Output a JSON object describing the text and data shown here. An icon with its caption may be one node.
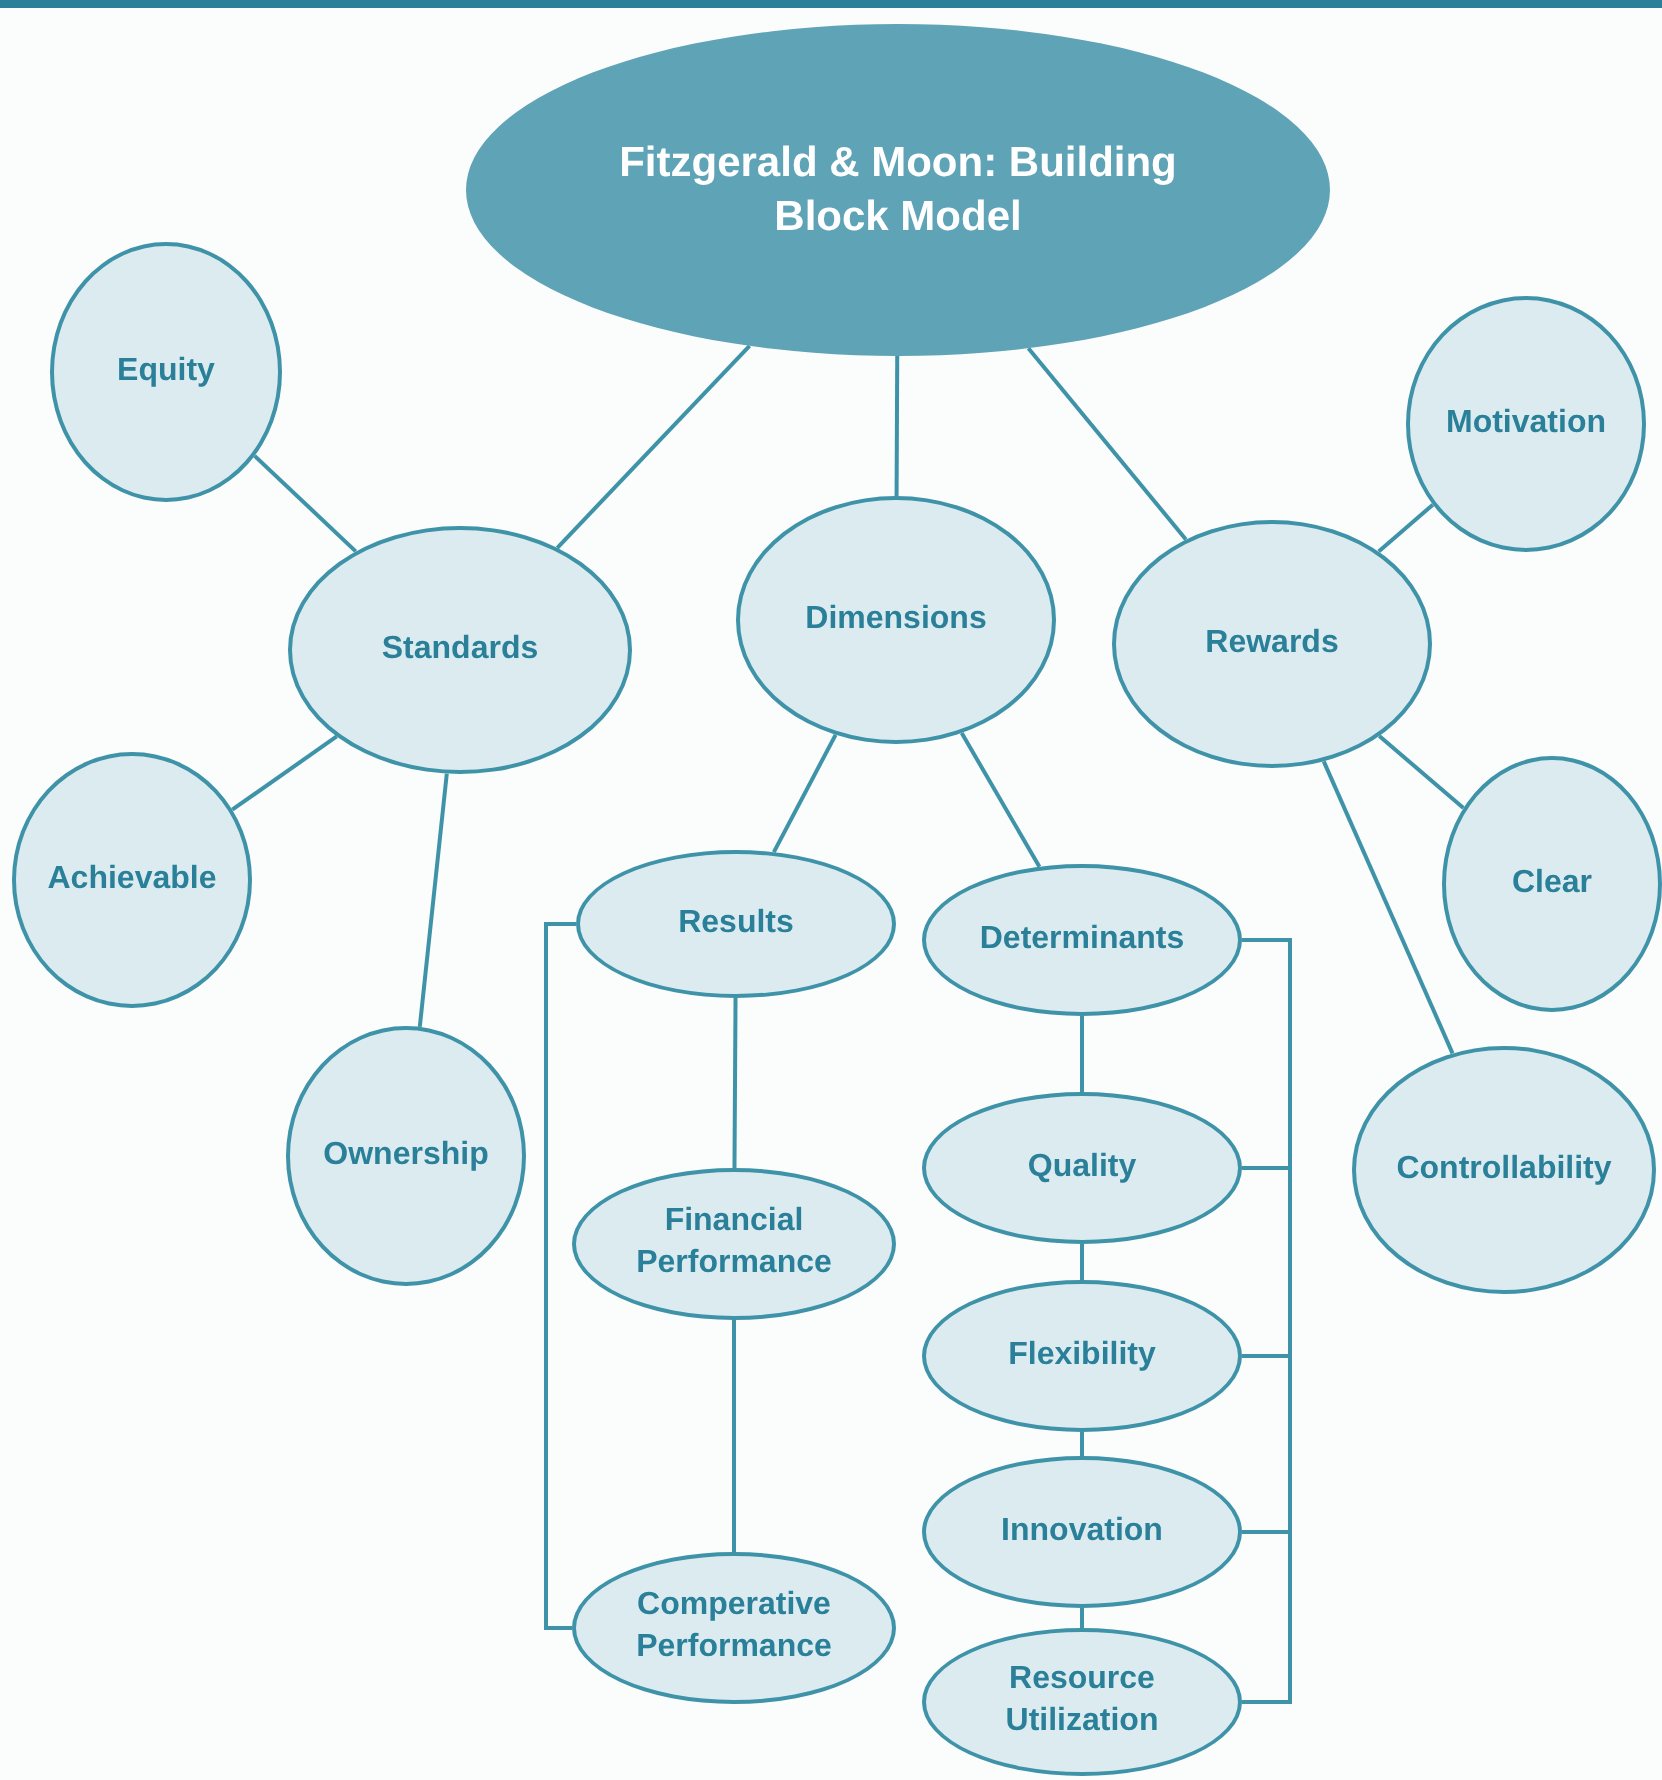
{
  "diagram": {
    "nodes": [
      {
        "text": [
          "Fitzgerald & Moon: Building Block Model"
        ]
      },
      {
        "text": [
          "Equity"
        ]
      },
      {
        "text": [
          "Standards"
        ]
      },
      {
        "text": [
          "Dimensions"
        ]
      },
      {
        "text": [
          "Rewards"
        ]
      },
      {
        "text": [
          "Motivation"
        ]
      },
      {
        "text": [
          "Achievable"
        ]
      },
      {
        "text": [
          "Ownership"
        ]
      },
      {
        "text": [
          "Clear"
        ]
      },
      {
        "text": [
          "Controllability"
        ]
      },
      {
        "text": [
          "Results"
        ]
      },
      {
        "text": [
          "Determinants"
        ]
      },
      {
        "text": [
          "Financial Performance"
        ]
      },
      {
        "text": [
          "Quality"
        ]
      },
      {
        "text": [
          "Flexibility"
        ]
      },
      {
        "text": [
          "Innovation"
        ]
      },
      {
        "text": [
          "Comperative Performance"
        ]
      },
      {
        "text": [
          "Resource Utilization"
        ]
      }
    ],
    "edges": [
      {
        "from": 0,
        "to": 2,
        "arrow": "none"
      },
      {
        "from": 0,
        "to": 3,
        "arrow": "none"
      },
      {
        "from": 0,
        "to": 4,
        "arrow": "none"
      },
      {
        "from": 2,
        "to": 1,
        "arrow": "none"
      },
      {
        "from": 2,
        "to": 6,
        "arrow": "none"
      },
      {
        "from": 2,
        "to": 7,
        "arrow": "none"
      },
      {
        "from": 4,
        "to": 5,
        "arrow": "none"
      },
      {
        "from": 4,
        "to": 8,
        "arrow": "none"
      },
      {
        "from": 4,
        "to": 9,
        "arrow": "none"
      },
      {
        "from": 3,
        "to": 10,
        "arrow": "none"
      },
      {
        "from": 3,
        "to": 11,
        "arrow": "none"
      },
      {
        "from": 10,
        "to": 12,
        "arrow": "none"
      },
      {
        "from": 12,
        "to": 16,
        "arrow": "none"
      },
      {
        "from": 11,
        "to": 13,
        "arrow": "none"
      },
      {
        "from": 13,
        "to": 14,
        "arrow": "none"
      },
      {
        "from": 14,
        "to": 15,
        "arrow": "none"
      },
      {
        "from": 15,
        "to": 17,
        "arrow": "none"
      },
      {
        "from": 10,
        "to": 16,
        "arrow": "none"
      },
      {
        "from": 11,
        "to": 13,
        "arrow": "none"
      },
      {
        "from": 11,
        "to": 14,
        "arrow": "none"
      },
      {
        "from": 11,
        "to": 15,
        "arrow": "none"
      },
      {
        "from": 11,
        "to": 17,
        "arrow": "none"
      }
    ]
  }
}
